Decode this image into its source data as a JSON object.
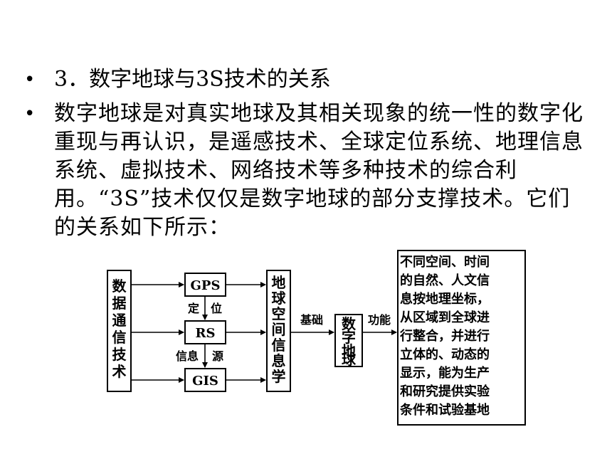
{
  "bullets": [
    {
      "marker": "•",
      "text": "3．数字地球与3S技术的关系"
    },
    {
      "marker": "•",
      "text": "数字地球是对真实地球及其相关现象的统一性的数字化重现与再认识，是遥感技术、全球定位系统、地理信息系统、虚拟技术、网络技术等多种技术的综合利用。“3S”技术仅仅是数字地球的部分支撑技术。它们的关系如下所示："
    }
  ],
  "diagram": {
    "box_data_comm": [
      "数",
      "据",
      "通",
      "信",
      "技",
      "术"
    ],
    "box_gps": "GPS",
    "box_rs": "RS",
    "box_gis": "GIS",
    "label_positioning": [
      "定",
      "位"
    ],
    "label_info_source": [
      "信息",
      "源"
    ],
    "box_spatial_info": [
      "地",
      "球",
      "空",
      "间",
      "信",
      "息",
      "学"
    ],
    "label_foundation": "基础",
    "box_digital_earth": [
      "数",
      "字",
      "地",
      "球"
    ],
    "label_function": "功能",
    "box_description": [
      "不同空间、时间",
      "的自然、人文信",
      "息按地理坐标，",
      "从区域到全球进",
      "行整合，并进行",
      "立体的、动态的",
      "显示，能为生产",
      "和研究提供实验",
      "条件和试验基地"
    ]
  }
}
